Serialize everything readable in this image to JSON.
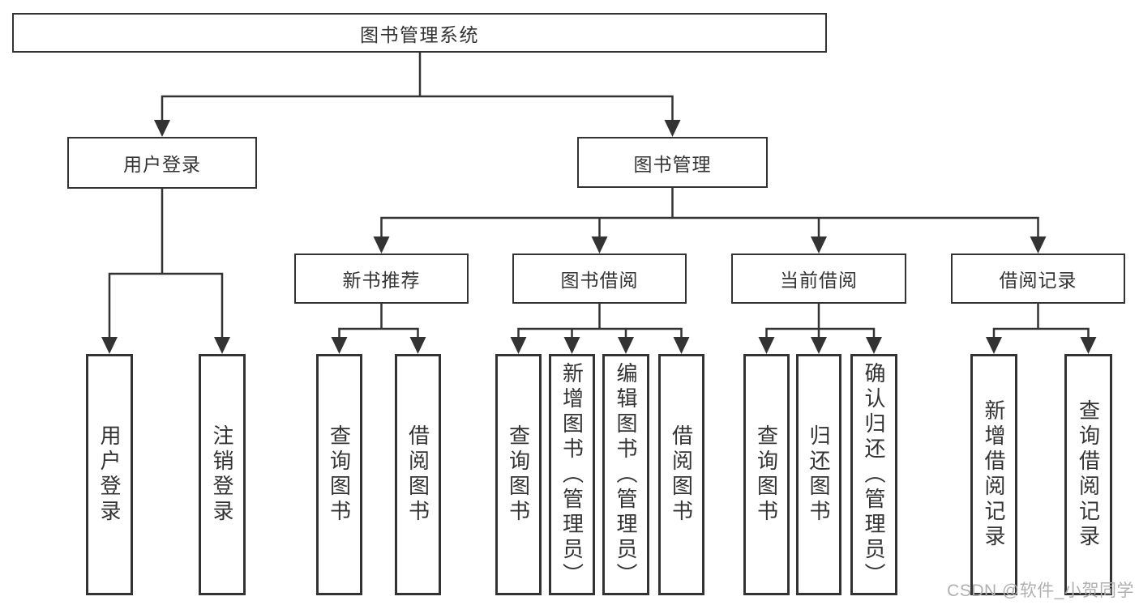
{
  "diagram_title": "图书管理系统",
  "tree": {
    "root": {
      "label": "图书管理系统"
    },
    "branches": [
      {
        "label": "用户登录",
        "children": [
          {
            "label": "用户登录"
          },
          {
            "label": "注销登录"
          }
        ]
      },
      {
        "label": "图书管理",
        "groups": [
          {
            "label": "新书推荐",
            "children": [
              {
                "label": "查询图书"
              },
              {
                "label": "借阅图书"
              }
            ]
          },
          {
            "label": "图书借阅",
            "children": [
              {
                "label": "查询图书"
              },
              {
                "label": "新增图书（管理员）"
              },
              {
                "label": "编辑图书（管理员）"
              },
              {
                "label": "借阅图书"
              }
            ]
          },
          {
            "label": "当前借阅",
            "children": [
              {
                "label": "查询图书"
              },
              {
                "label": "归还图书"
              },
              {
                "label": "确认归还（管理员）"
              }
            ]
          },
          {
            "label": "借阅记录",
            "children": [
              {
                "label": "新增借阅记录"
              },
              {
                "label": "查询借阅记录"
              }
            ]
          }
        ]
      }
    ]
  },
  "watermark": "CSDN @软件_小贺同学",
  "colors": {
    "line": "#333333",
    "box_border": "#333333",
    "text": "#333333",
    "watermark": "#b0b0b0",
    "background": "#ffffff"
  }
}
